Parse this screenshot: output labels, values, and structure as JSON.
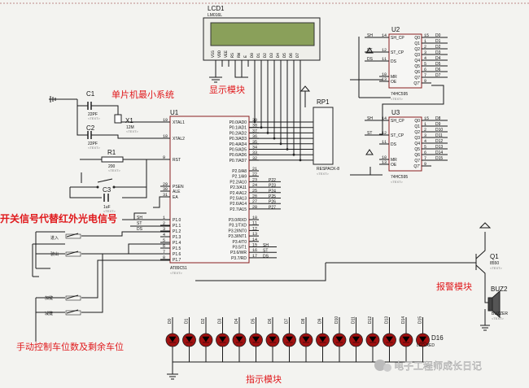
{
  "annotations": {
    "min_system": "单片机最小系统",
    "display_module": "显示模块",
    "switch_signal": "开关信号代替红外光电信号",
    "manual_control": "手动控制车位数及剩余车位",
    "alarm_module": "报警模块",
    "indicator_module": "指示模块"
  },
  "watermark": "电子工程师成长日记",
  "colors": {
    "annotation": "#e0191c",
    "chip_border": "#8a1f1f",
    "lcd_screen": "#8aa05a",
    "led": "#a01010"
  },
  "lcd": {
    "ref": "LCD1",
    "model": "LM016L",
    "pins": [
      "VSS",
      "VDD",
      "VEE",
      "RS",
      "RW",
      "E",
      "D0",
      "D1",
      "D2",
      "D3",
      "D4",
      "D5",
      "D6",
      "D7"
    ]
  },
  "u1": {
    "ref": "U1",
    "model": "AT89C51",
    "text": "<TEXT>",
    "left_pins": [
      {
        "n": "19",
        "name": "XTAL1"
      },
      {
        "n": "18",
        "name": "XTAL2"
      },
      {
        "n": "9",
        "name": "RST"
      },
      {
        "n": "29",
        "name": "PSEN"
      },
      {
        "n": "30",
        "name": "ALE"
      },
      {
        "n": "31",
        "name": "EA"
      },
      {
        "n": "1",
        "name": "P1.0"
      },
      {
        "n": "2",
        "name": "P1.1"
      },
      {
        "n": "3",
        "name": "P1.2"
      },
      {
        "n": "4",
        "name": "P1.3"
      },
      {
        "n": "5",
        "name": "P1.4"
      },
      {
        "n": "6",
        "name": "P1.5"
      },
      {
        "n": "7",
        "name": "P1.6"
      },
      {
        "n": "8",
        "name": "P1.7"
      }
    ],
    "right_pins": [
      {
        "n": "39",
        "name": "P0.0/AD0"
      },
      {
        "n": "38",
        "name": "P0.1/AD1"
      },
      {
        "n": "37",
        "name": "P0.2/AD2"
      },
      {
        "n": "36",
        "name": "P0.3/AD3"
      },
      {
        "n": "35",
        "name": "P0.4/AD4"
      },
      {
        "n": "34",
        "name": "P0.5/AD5"
      },
      {
        "n": "33",
        "name": "P0.6/AD6"
      },
      {
        "n": "32",
        "name": "P0.7/AD7"
      },
      {
        "n": "21",
        "name": "P2.0/A8"
      },
      {
        "n": "22",
        "name": "P2.1/A9"
      },
      {
        "n": "23",
        "name": "P2.2/A10"
      },
      {
        "n": "24",
        "name": "P2.3/A11"
      },
      {
        "n": "25",
        "name": "P2.4/A12"
      },
      {
        "n": "26",
        "name": "P2.5/A13"
      },
      {
        "n": "27",
        "name": "P2.6/A14"
      },
      {
        "n": "28",
        "name": "P2.7/A15"
      },
      {
        "n": "10",
        "name": "P3.0/RXD"
      },
      {
        "n": "11",
        "name": "P3.1/TXD"
      },
      {
        "n": "12",
        "name": "P3.2/INT0"
      },
      {
        "n": "13",
        "name": "P3.3/INT1"
      },
      {
        "n": "14",
        "name": "P3.4/T0"
      },
      {
        "n": "15",
        "name": "P3.5/T1"
      },
      {
        "n": "16",
        "name": "P3.6/WR"
      },
      {
        "n": "17",
        "name": "P3.7/RD"
      }
    ],
    "p1_nets": [
      "SH",
      "ST",
      "DS",
      "",
      "",
      "",
      "",
      ""
    ],
    "p2_nets": [
      "P22",
      "P23",
      "P24",
      "P25",
      "P26",
      "P27"
    ],
    "p3_nets": [
      "SH",
      "ST",
      "DS"
    ]
  },
  "components": {
    "c1": {
      "ref": "C1",
      "value": "22PF",
      "text": "<TEXT>"
    },
    "c2": {
      "ref": "C2",
      "value": "22PF",
      "text": "<TEXT>"
    },
    "x1": {
      "ref": "X1",
      "value": "12M",
      "text": "<TEXT>"
    },
    "r1": {
      "ref": "R1",
      "value": "200",
      "text": "<TEXT>"
    },
    "c3": {
      "ref": "C3",
      "value": "1uF",
      "text": "<TEXT>"
    },
    "rp1": {
      "ref": "RP1",
      "value": "RESPACK-8",
      "text": "<TEXT>"
    },
    "q1": {
      "ref": "Q1",
      "value": "8550",
      "text": "<TEXT>"
    },
    "buz": {
      "ref": "BUZ2",
      "value": "BUZZER",
      "text": "<TEXT>"
    },
    "d16": {
      "ref": "D16",
      "value": "LED-RED",
      "text": "<TEXT>"
    }
  },
  "switch_labels": [
    "进入",
    "驶出",
    "加键",
    "减键"
  ],
  "u2": {
    "ref": "U2",
    "model": "74HC595",
    "text": "<TEXT>",
    "left": [
      {
        "n": "14",
        "name": "SH_CP",
        "net": "SH"
      },
      {
        "n": "12",
        "name": "ST_CP",
        "net": "ST"
      },
      {
        "n": "11",
        "name": "DS",
        "net": "DS"
      },
      {
        "n": "10",
        "name": "MR",
        "net": ""
      },
      {
        "n": "13",
        "name": "OE",
        "net": ""
      }
    ],
    "right": [
      {
        "n": "15",
        "name": "Q0",
        "net": "D0"
      },
      {
        "n": "1",
        "name": "Q1",
        "net": "D1"
      },
      {
        "n": "2",
        "name": "Q2",
        "net": "D2"
      },
      {
        "n": "3",
        "name": "Q3",
        "net": "D3"
      },
      {
        "n": "4",
        "name": "Q4",
        "net": "D4"
      },
      {
        "n": "5",
        "name": "Q5",
        "net": "D5"
      },
      {
        "n": "6",
        "name": "Q6",
        "net": "D6"
      },
      {
        "n": "7",
        "name": "Q7",
        "net": "D7"
      },
      {
        "n": "9",
        "name": "Q7'",
        "net": ""
      }
    ]
  },
  "u3": {
    "ref": "U3",
    "model": "74HC595",
    "text": "<TEXT>",
    "left": [
      {
        "n": "14",
        "name": "SH_CP",
        "net": "SH"
      },
      {
        "n": "12",
        "name": "ST_CP",
        "net": "ST"
      },
      {
        "n": "11",
        "name": "DS",
        "net": ""
      },
      {
        "n": "10",
        "name": "MR",
        "net": ""
      },
      {
        "n": "13",
        "name": "OE",
        "net": ""
      }
    ],
    "right": [
      {
        "n": "15",
        "name": "Q0",
        "net": "D8"
      },
      {
        "n": "1",
        "name": "Q1",
        "net": "D9"
      },
      {
        "n": "2",
        "name": "Q2",
        "net": "D10"
      },
      {
        "n": "3",
        "name": "Q3",
        "net": "D11"
      },
      {
        "n": "4",
        "name": "Q4",
        "net": "D12"
      },
      {
        "n": "5",
        "name": "Q5",
        "net": "D13"
      },
      {
        "n": "6",
        "name": "Q6",
        "net": "D14"
      },
      {
        "n": "7",
        "name": "Q7",
        "net": "D15"
      },
      {
        "n": "9",
        "name": "Q7'",
        "net": ""
      }
    ]
  },
  "led_nets": [
    "D0",
    "D1",
    "D2",
    "D3",
    "D4",
    "D5",
    "D6",
    "D7",
    "D8",
    "D9",
    "D10",
    "D11",
    "D12",
    "D13",
    "D14",
    "D15"
  ]
}
